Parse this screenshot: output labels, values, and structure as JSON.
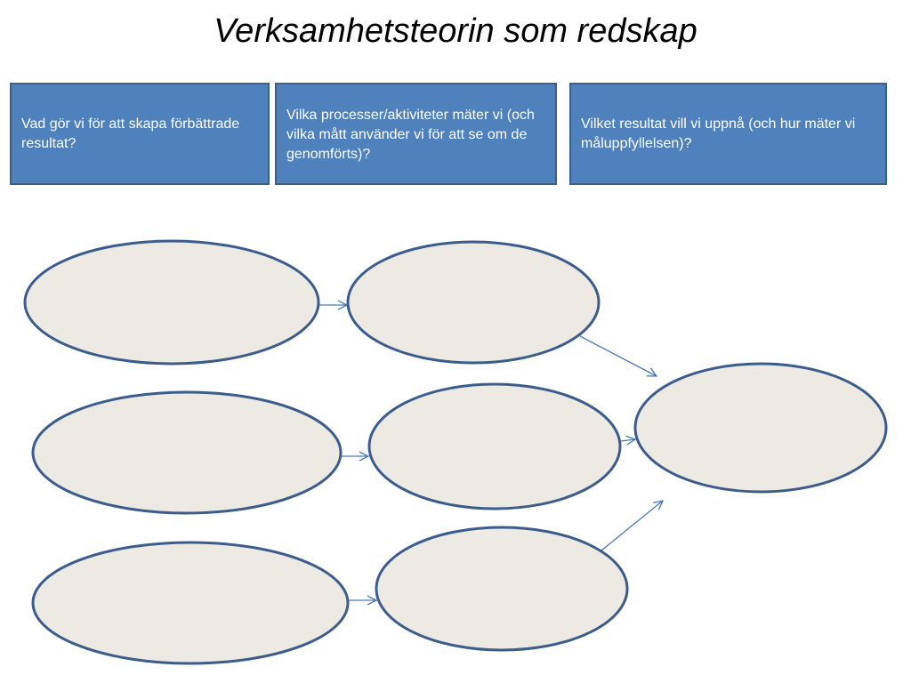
{
  "title": "Verksamhetsteorin som redskap",
  "colors": {
    "box_fill": "#4f81bd",
    "box_border": "#3a5f8b",
    "ellipse_fill": "#eceae2",
    "ellipse_border": "#3c5d8c",
    "arrow": "#4a7ab5"
  },
  "columns": [
    {
      "text": "Vad gör vi för att skapa förbättrade resultat?"
    },
    {
      "text": "Vilka processer/aktiviteter mäter vi (och vilka mått använder vi för att se om de genomförts)?"
    },
    {
      "text": "Vilket resultat vill vi uppnå (och hur mäter vi måluppfyllelsen)?"
    }
  ]
}
